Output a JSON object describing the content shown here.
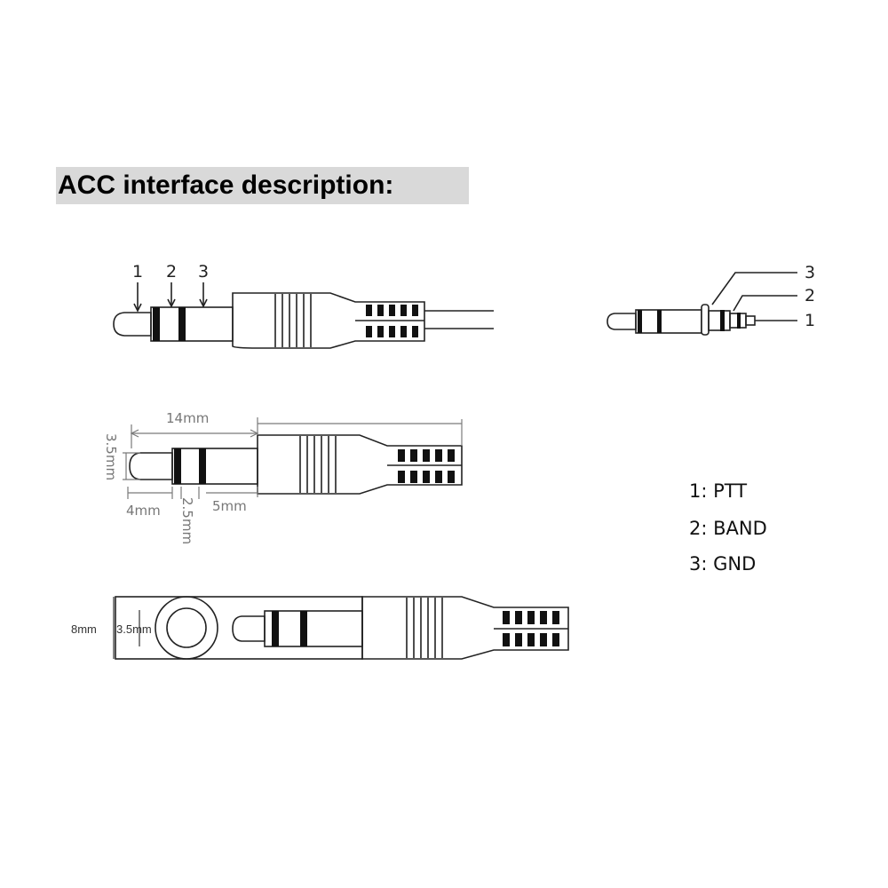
{
  "title": "ACC interface description:",
  "pin_labels": {
    "left": [
      "1",
      "2",
      "3"
    ],
    "right": [
      "3",
      "2",
      "1"
    ]
  },
  "dimensions": {
    "length_total": "14mm",
    "diameter": "3.5mm",
    "tip": "4mm",
    "ring": "2.5mm",
    "sleeve": "5mm",
    "body_height": "8mm",
    "hole_diameter": "3.5mm"
  },
  "legend": [
    "1: PTT",
    "2: BAND",
    "3: GND"
  ]
}
